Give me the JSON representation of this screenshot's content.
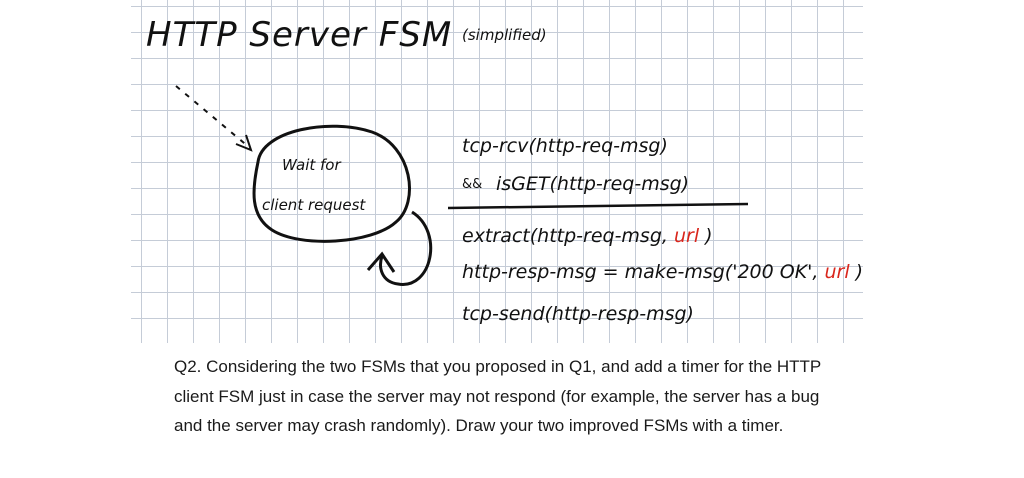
{
  "diagram": {
    "title": "HTTP Server FSM",
    "title_note": "(simplified)",
    "state": {
      "line1": "Wait for",
      "line2": "client request"
    },
    "transition": {
      "condition_line1": "tcp-rcv(http-req-msg)",
      "condition_line2_prefix": "&&",
      "condition_line2": "isGET(http-req-msg)",
      "action_line1_a": "extract(http-req-msg,",
      "action_line1_url": "url",
      "action_line1_b": ")",
      "action_line2_a": "http-resp-msg = make-msg('200 OK',",
      "action_line2_url": "url",
      "action_line2_b": ")",
      "action_line3": "tcp-send(http-resp-msg)"
    },
    "colors": {
      "ink": "#111111",
      "highlight": "#d9261c",
      "grid": "#c5ccd7"
    }
  },
  "question": {
    "line1": "Q2. Considering the two FSMs that you proposed in Q1, and add a timer for the HTTP",
    "line2": "client FSM just in case the server may not respond (for example, the server has a bug",
    "line3": "and the server may crash randomly). Draw your two improved FSMs with a timer."
  }
}
